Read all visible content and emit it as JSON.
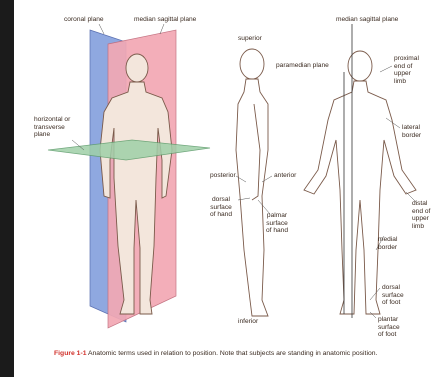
{
  "labels": {
    "coronal_plane": "coronal plane",
    "median_sagittal_plane_left": "median sagittal plane",
    "horizontal_plane": "horizontal or\ntransverse\nplane",
    "superior": "superior",
    "posterior": "posterior",
    "anterior": "anterior",
    "dorsal_surface_hand": "dorsal\nsurface\nof hand",
    "palmar_surface_hand": "palmar\nsurface\nof hand",
    "inferior": "inferior",
    "median_sagittal_plane_right": "median sagittal plane",
    "paramedian_plane": "paramedian plane",
    "proximal_end": "proximal\nend of\nupper\nlimb",
    "lateral_border": "lateral\nborder",
    "distal_end": "distal\nend of\nupper\nlimb",
    "medial_border": "medial\nborder",
    "dorsal_surface_foot": "dorsal\nsurface\nof foot",
    "plantar_surface_foot": "plantar\nsurface\nof foot"
  },
  "caption": {
    "figure": "Figure 1-1",
    "text": "  Anatomic terms used in relation to position. Note that subjects are standing in anatomic position."
  },
  "colors": {
    "coronal_plane": "#8fa8e0",
    "sagittal_plane": "#f2a8b4",
    "horizontal_plane": "#9fd0a8",
    "figure_label": "#d0302a"
  }
}
